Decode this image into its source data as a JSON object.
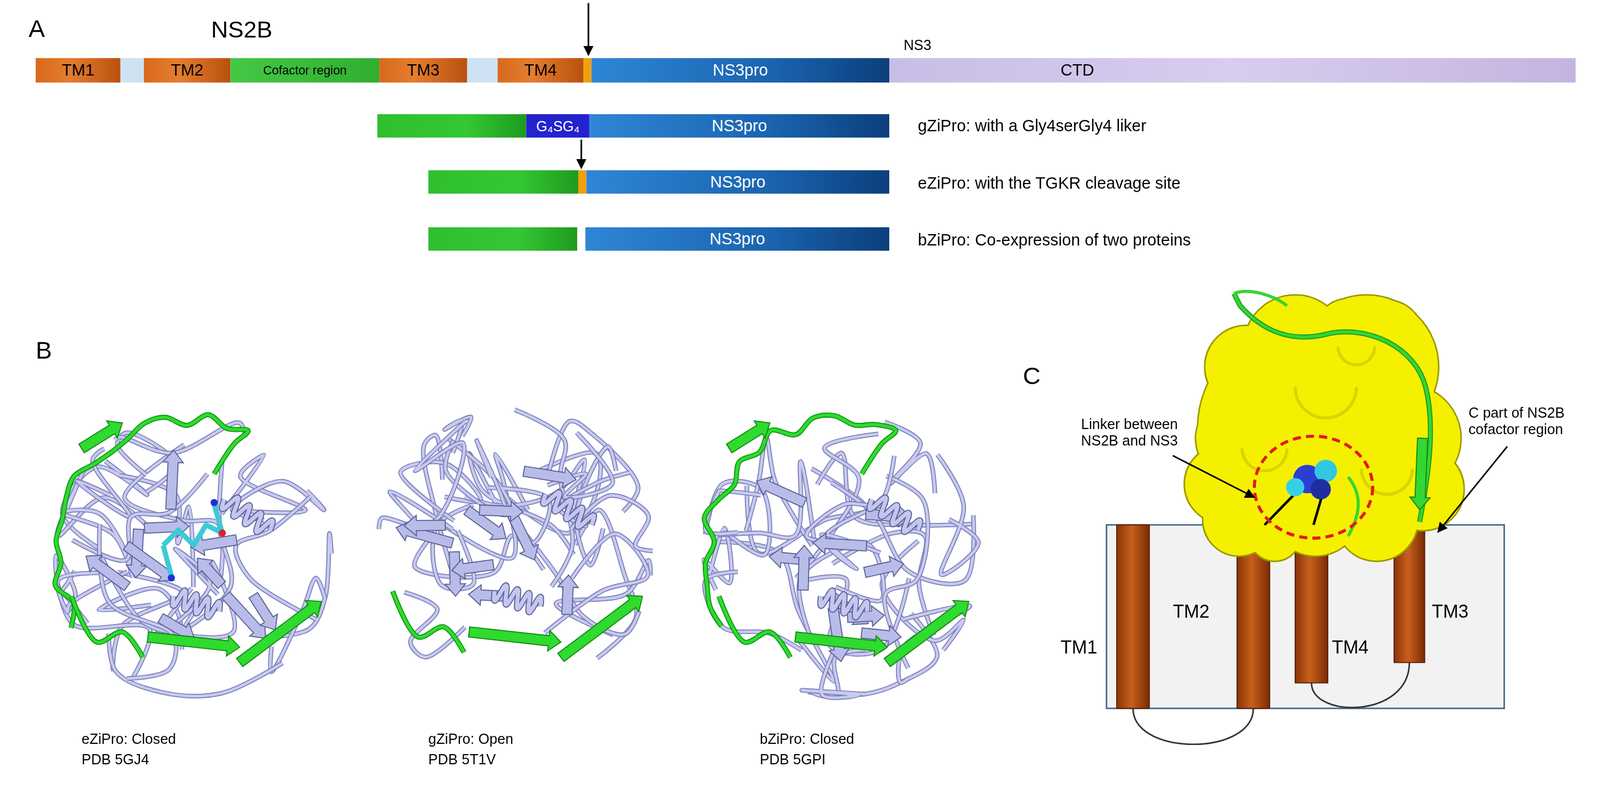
{
  "diagram": {
    "nodes": [
      {
        "text": [
          "TM1"
        ]
      },
      {
        "text": [
          "TM2"
        ]
      },
      {
        "text": [
          "Cofactor region"
        ]
      },
      {
        "text": [
          "TM3"
        ]
      },
      {
        "text": [
          "TM4"
        ]
      },
      {
        "text": [
          "NS3pro"
        ]
      },
      {
        "text": [
          "CTD"
        ]
      },
      {
        "text": [
          "G₄SG₄"
        ]
      },
      {
        "text": [
          "NS3pro"
        ]
      },
      {
        "text": [
          "NS3pro"
        ]
      },
      {
        "text": [
          "NS3pro"
        ]
      }
    ],
    "labels": [
      "A",
      "NS2B",
      "NS3",
      "gZiPro: with a Gly4serGly4 liker",
      "eZiPro: with the TGKR cleavage site",
      "bZiPro: Co-expression of two proteins",
      "B",
      "eZiPro: Closed",
      "PDB 5GJ4",
      "gZiPro: Open",
      "PDB 5T1V",
      "bZiPro: Closed",
      "PDB 5GPI",
      "C",
      "Linker between NS2B and NS3",
      "C part of NS2B cofactor region",
      "TM1",
      "TM2",
      "TM4",
      "TM3"
    ]
  }
}
